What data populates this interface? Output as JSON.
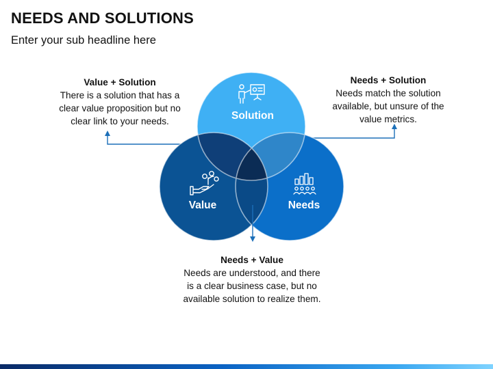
{
  "header": {
    "title": "NEEDS AND SOLUTIONS",
    "subtitle": "Enter your sub headline here"
  },
  "circles": {
    "solution": {
      "label": "Solution",
      "icon": "presentation-icon",
      "color": "#3fb0f4"
    },
    "value": {
      "label": "Value",
      "icon": "hand-money-icon",
      "color": "#0b5394"
    },
    "needs": {
      "label": "Needs",
      "icon": "audience-icon",
      "color": "#0b6fc9"
    }
  },
  "overlaps": {
    "value_solution": {
      "color": "#0f3f78"
    },
    "needs_solution": {
      "color": "#2f86c9"
    },
    "needs_value": {
      "color": "#0a4a87"
    },
    "center": {
      "color": "#0b2c55"
    }
  },
  "callouts": {
    "value_solution": {
      "title": "Value + Solution",
      "lines": [
        "There is a solution that has a",
        "clear value proposition but no",
        "clear link to your needs."
      ]
    },
    "needs_solution": {
      "title": "Needs + Solution",
      "lines": [
        "Needs match the solution",
        "available, but unsure of the",
        "value metrics."
      ]
    },
    "needs_value": {
      "title": "Needs + Value",
      "lines": [
        "Needs are understood, and there",
        "is a clear business case, but no",
        "available solution to realize them."
      ]
    }
  },
  "connector_color": "#1c6fb8"
}
